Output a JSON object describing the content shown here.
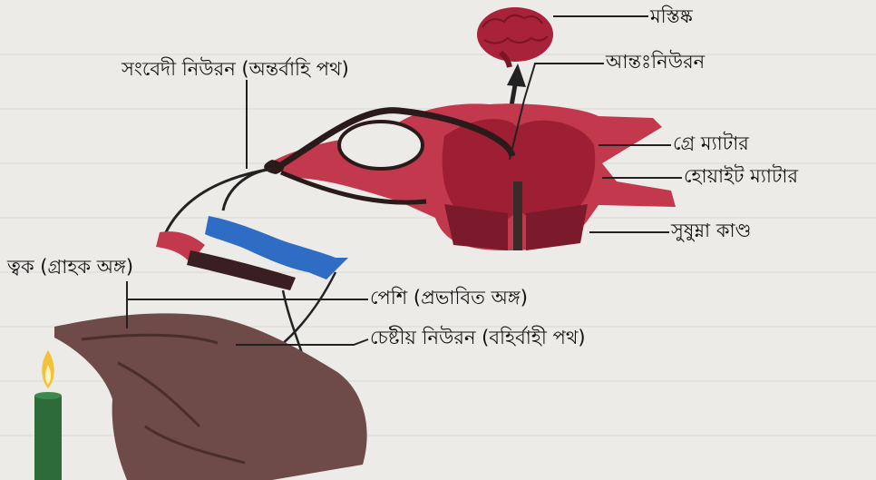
{
  "labels": {
    "brain": "মস্তিষ্ক",
    "sensory_neuron": "সংবেদী নিউরন (অন্তর্বাহি পথ)",
    "interneuron": "আন্তঃনিউরন",
    "grey_matter": "গ্রে ম্যাটার",
    "white_matter": "হোয়াইট ম্যাটার",
    "spinal_cord": "সুষুম্না কাণ্ড",
    "skin": "ত্বক (গ্রাহক অঙ্গ)",
    "muscle": "পেশি (প্রভাবিত অঙ্গ)",
    "motor_neuron": "চেষ্টীয় নিউরন (বহির্বাহী পথ)"
  },
  "colors": {
    "cord": "#c2384d",
    "grey_matter": "#9e1f33",
    "motor_arrow": "#2f6cc4",
    "skin_hand": "#6e4a48",
    "candle": "#2d6b3a",
    "flame": "#f4c23a"
  }
}
